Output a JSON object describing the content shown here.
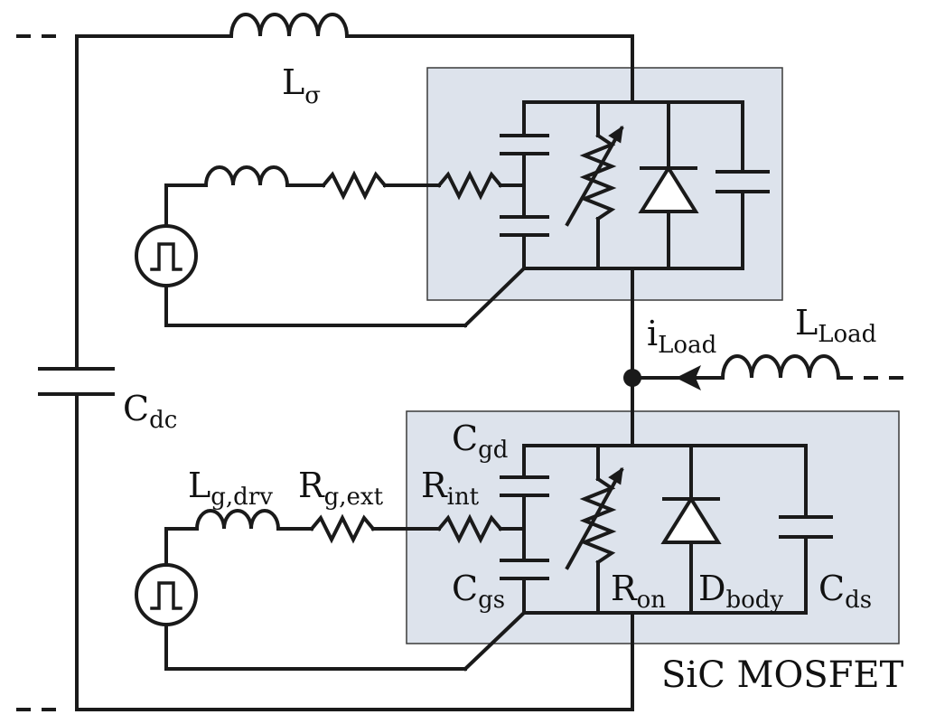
{
  "labels": {
    "l_sigma": {
      "main": "L",
      "sub": "σ"
    },
    "c_dc": {
      "main": "C",
      "sub": "dc"
    },
    "i_load": {
      "main": "i",
      "sub": "Load"
    },
    "l_load": {
      "main": "L",
      "sub": "Load"
    },
    "c_gd": {
      "main": "C",
      "sub": "gd"
    },
    "l_g_drv": {
      "main": "L",
      "sub": "g,drv"
    },
    "r_g_ext": {
      "main": "R",
      "sub": "g,ext"
    },
    "r_int": {
      "main": "R",
      "sub": "int"
    },
    "c_gs": {
      "main": "C",
      "sub": "gs"
    },
    "r_on": {
      "main": "R",
      "sub": "on"
    },
    "d_body": {
      "main": "D",
      "sub": "body"
    },
    "c_ds": {
      "main": "C",
      "sub": "ds"
    },
    "mosfet_title": "SiC MOSFET"
  },
  "colors": {
    "wire": "#1a1a1a",
    "mosfet_box_fill": "#dde3ec"
  }
}
